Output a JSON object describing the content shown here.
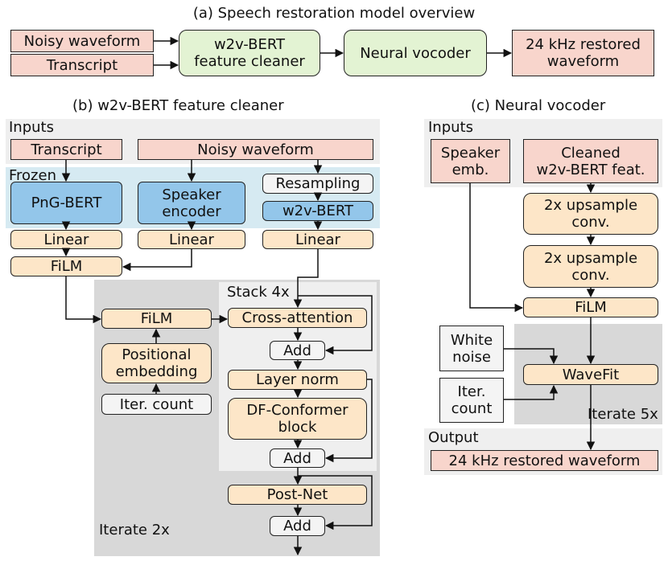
{
  "a": {
    "title": "(a) Speech restoration model overview",
    "noisy": "Noisy waveform",
    "transcript": "Transcript",
    "cleaner": "w2v-BERT\nfeature cleaner",
    "vocoder": "Neural vocoder",
    "restored": "24 kHz restored\nwaveform"
  },
  "b": {
    "title": "(b) w2v-BERT feature cleaner",
    "inputs_label": "Inputs",
    "frozen_label": "Frozen",
    "transcript": "Transcript",
    "noisy": "Noisy waveform",
    "png_bert": "PnG-BERT",
    "speaker_encoder": "Speaker\nencoder",
    "resampling": "Resampling",
    "w2v_bert": "w2v-BERT",
    "linear": "Linear",
    "film": "FiLM",
    "film_inner": "FiLM",
    "positional": "Positional\nembedding",
    "iter_count": "Iter. count",
    "stack_label": "Stack 4x",
    "cross_attention": "Cross-attention",
    "add": "Add",
    "layer_norm": "Layer norm",
    "df_conformer": "DF-Conformer\nblock",
    "post_net": "Post-Net",
    "iterate_label": "Iterate 2x"
  },
  "c": {
    "title": "(c) Neural vocoder",
    "inputs_label": "Inputs",
    "speaker_emb": "Speaker\nemb.",
    "cleaned": "Cleaned\nw2v-BERT feat.",
    "upsample": "2x upsample\nconv.",
    "film": "FiLM",
    "white_noise": "White\nnoise",
    "iter_count": "Iter.\ncount",
    "wavefit": "WaveFit",
    "iterate_label": "Iterate 5x",
    "output_label": "Output",
    "restored": "24 kHz restored waveform"
  },
  "colors": {
    "input_box": "#f8d5cc",
    "module_box": "#fde6c8",
    "frozen_box": "#93c6ea",
    "frozen_region": "#d6eaf2",
    "overview_module": "#e3f3d3",
    "inputs_region": "#efefef",
    "iterate_region": "#d8d8d8"
  }
}
